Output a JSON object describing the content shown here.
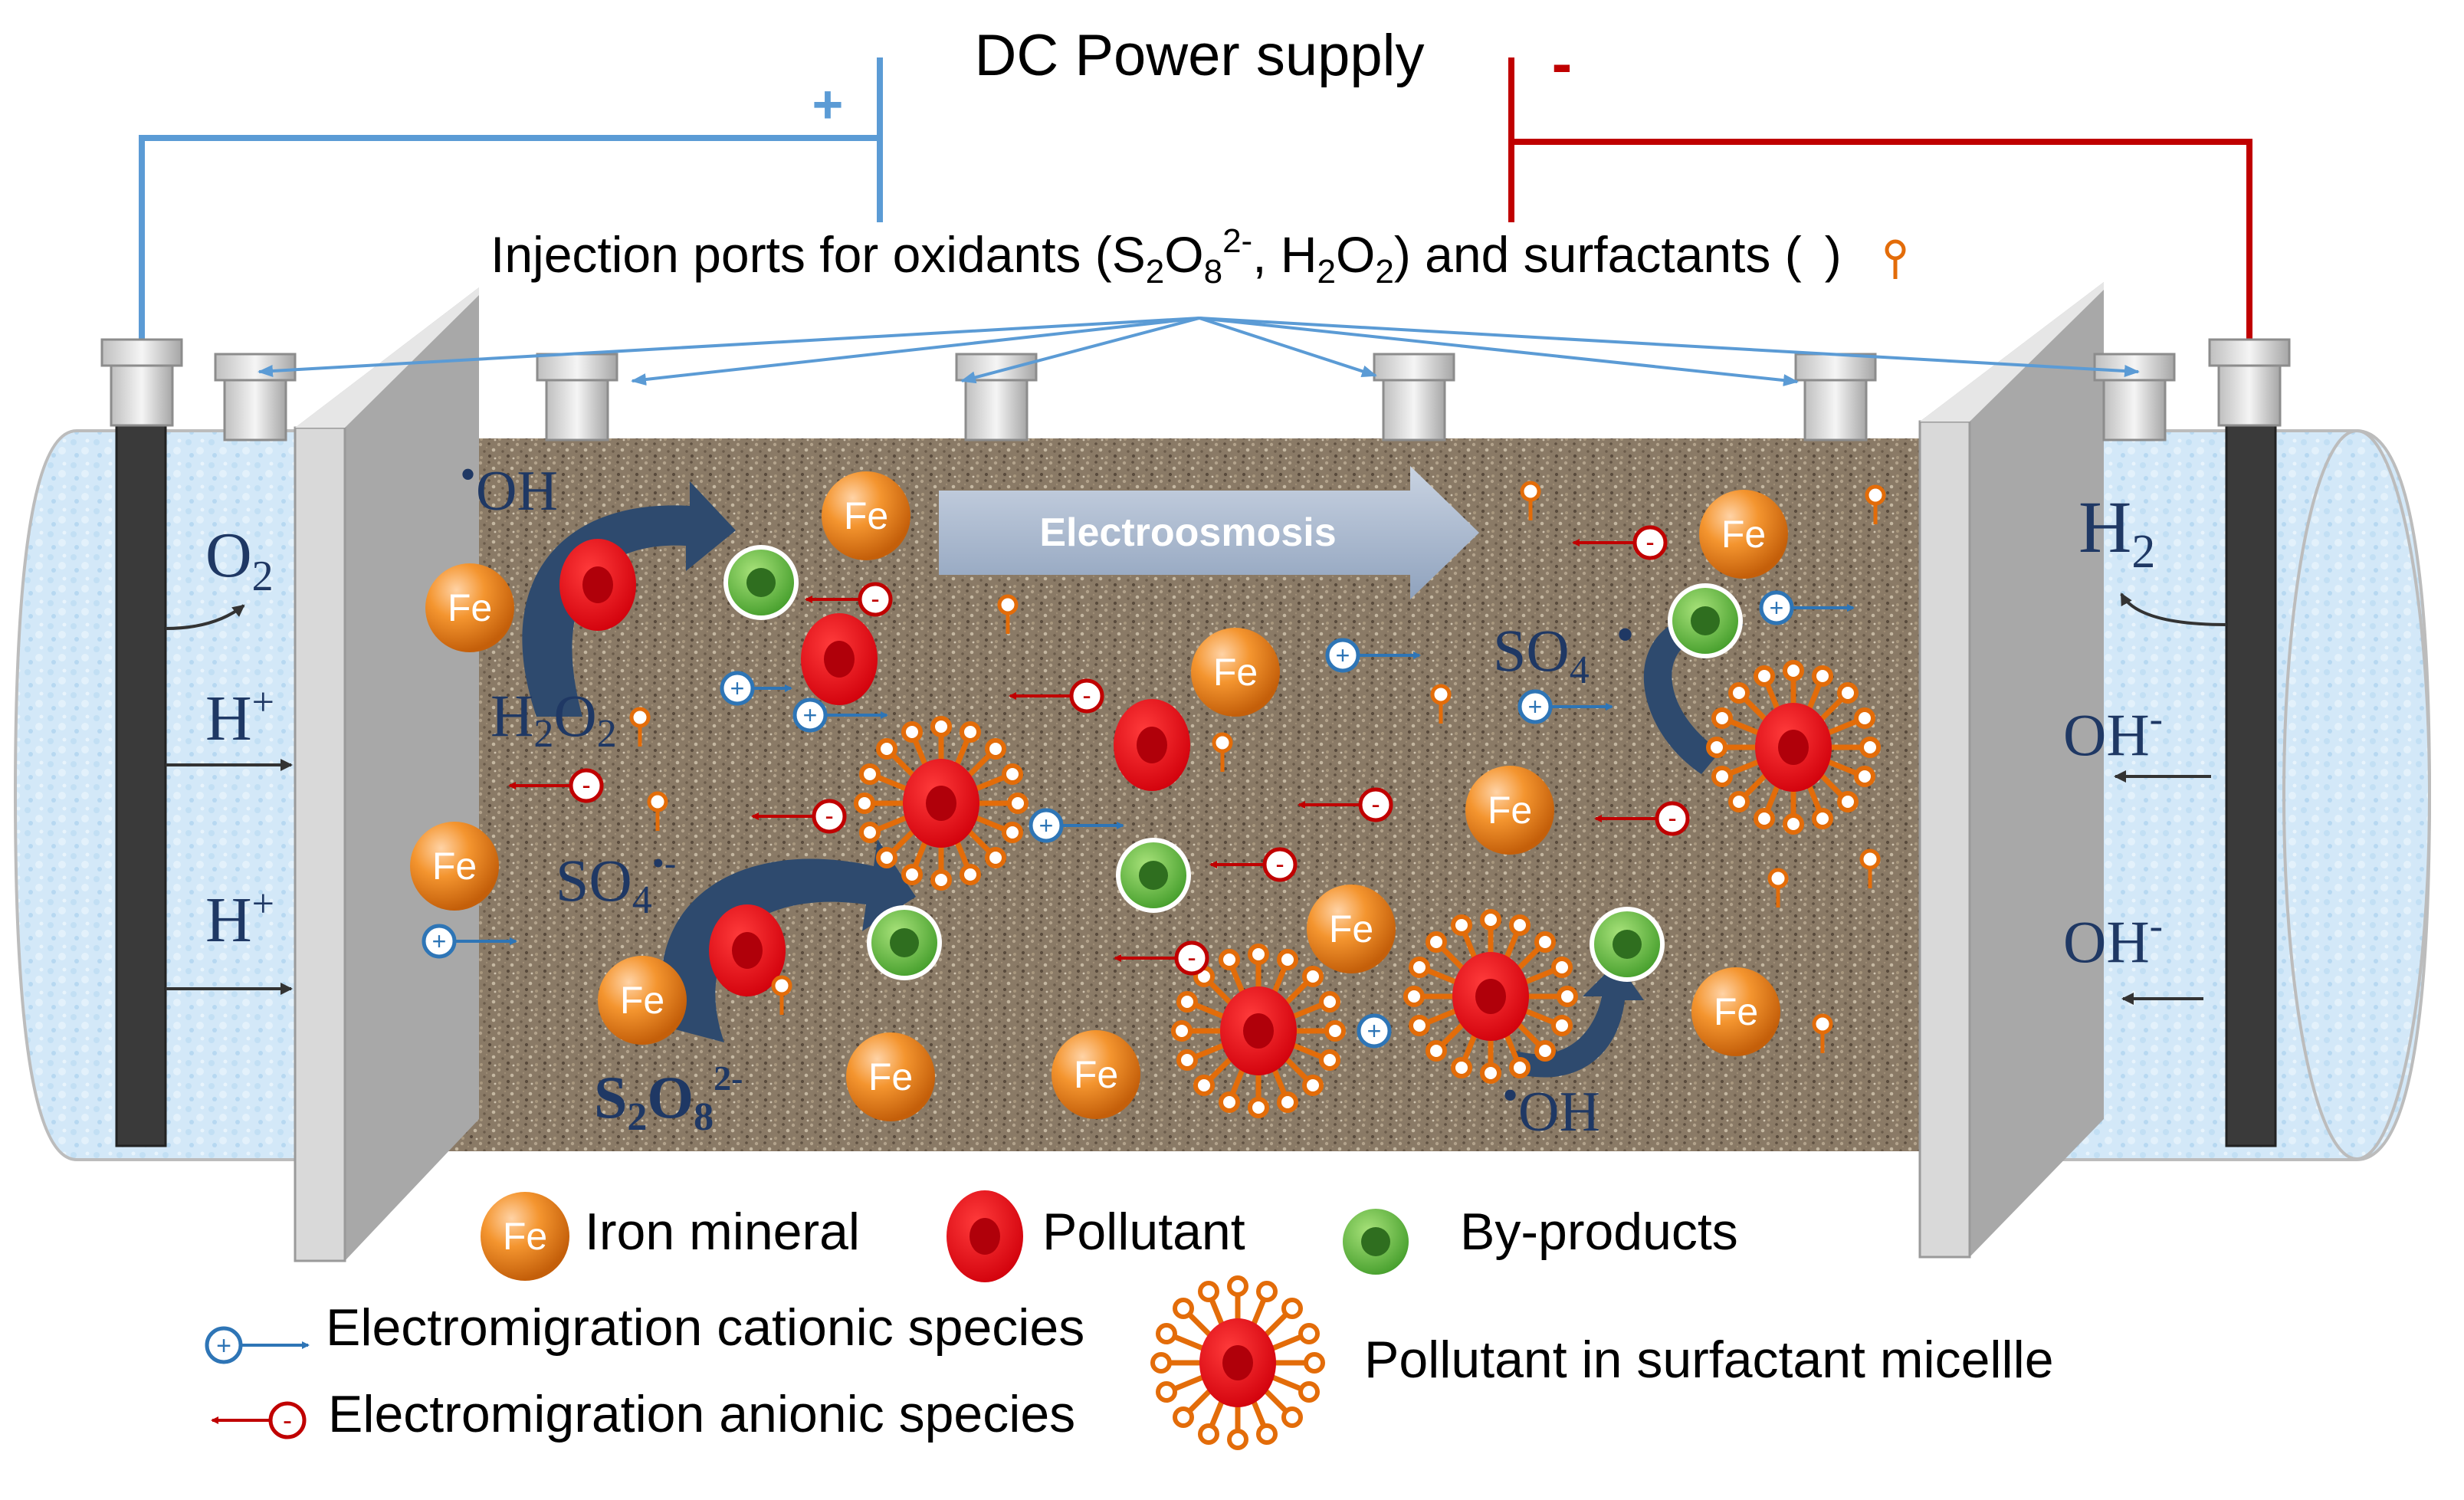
{
  "texts": {
    "power_supply": "DC Power supply",
    "plus_sign": "+",
    "minus_sign": "-",
    "injection": {
      "pre": "Injection ports for oxidants (S",
      "s2": "2",
      "mid1": "O",
      "s8": "8",
      "sup2m": "2-",
      "mid2": ", H",
      "h2": "2",
      "mid3": "O",
      "o2": "2",
      "post": ") and surfactants (",
      "end": ")"
    },
    "electroosmosis": "Electroosmosis",
    "fe": "Fe",
    "anode_o2": {
      "base": "O",
      "sub": "2"
    },
    "anode_h1": {
      "base": "H",
      "sup": "+"
    },
    "anode_h2": {
      "base": "H",
      "sup": "+"
    },
    "cathode_h2": {
      "base": "H",
      "sub": "2"
    },
    "cathode_oh1": {
      "base": "OH",
      "sup": "-"
    },
    "cathode_oh2": {
      "base": "OH",
      "sup": "-"
    },
    "radical_oh_top": {
      "dot": "•",
      "base": "OH"
    },
    "h2o2": {
      "b1": "H",
      "s1": "2",
      "b2": "O",
      "s2": "2"
    },
    "so4_left": {
      "base": "SO",
      "sub": "4",
      "sup": "•-"
    },
    "so4_right": {
      "dot": "•",
      "base": "SO",
      "sub": "4"
    },
    "s2o8": {
      "b1": "S",
      "s1": "2",
      "b2": "O",
      "s2": "8",
      "sup": "2-"
    },
    "radical_oh_bottom": {
      "dot": "•",
      "base": "OH"
    },
    "plus_ion": "+",
    "minus_ion": "-"
  },
  "legend": {
    "iron": "Iron mineral",
    "pollutant": "Pollutant",
    "byproducts": "By-products",
    "cationic": "Electromigration cationic species",
    "anionic": "Electromigration anionic species",
    "micelle": "Pollutant in surfactant micellle"
  },
  "colors": {
    "anode_wire": "#5b9bd5",
    "cathode_wire": "#c00000",
    "fe_orange": "#f08a24",
    "pollutant_red": "#e3000f",
    "byproduct_green": "#4caf2e",
    "soil_brown": "#8a7a66",
    "electrolyte_blue": "#cfe6f7",
    "chem_navy": "#1f3864",
    "arrow_navy": "#2e4a6e",
    "cation_blue": "#2e75b6",
    "anion_red": "#c00000",
    "surfactant_orange": "#e36c09"
  }
}
